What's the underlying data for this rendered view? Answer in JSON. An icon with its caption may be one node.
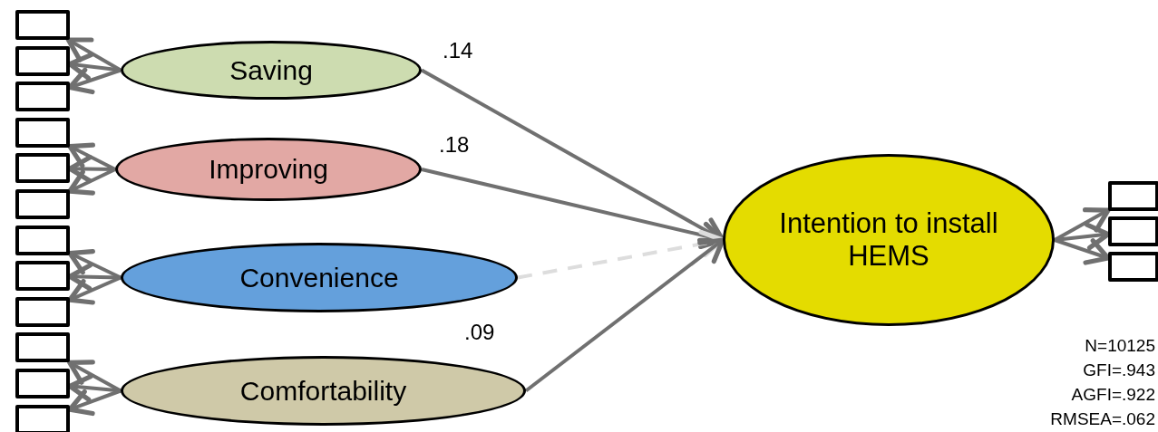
{
  "diagram": {
    "nodes": [
      {
        "text": [
          "Saving"
        ]
      },
      {
        "text": [
          "Improving"
        ]
      },
      {
        "text": [
          "Convenience"
        ]
      },
      {
        "text": [
          "Comfortability"
        ]
      },
      {
        "text": [
          "Intention  to install HEMS"
        ]
      },
      {
        "text": [],
        "shape": "box"
      },
      {
        "text": [],
        "shape": "box"
      },
      {
        "text": [],
        "shape": "box"
      },
      {
        "text": [],
        "shape": "box"
      },
      {
        "text": [],
        "shape": "box"
      },
      {
        "text": [],
        "shape": "box"
      },
      {
        "text": [],
        "shape": "box"
      },
      {
        "text": [],
        "shape": "box"
      },
      {
        "text": [],
        "shape": "box"
      },
      {
        "text": [],
        "shape": "box"
      },
      {
        "text": [],
        "shape": "box"
      },
      {
        "text": [],
        "shape": "box"
      },
      {
        "text": [],
        "shape": "box"
      },
      {
        "text": [],
        "shape": "box"
      },
      {
        "text": [],
        "shape": "box"
      }
    ],
    "edges": [
      {
        "from": 0,
        "to": 5,
        "arrow": "to"
      },
      {
        "from": 0,
        "to": 6,
        "arrow": "to"
      },
      {
        "from": 0,
        "to": 7,
        "arrow": "to"
      },
      {
        "from": 1,
        "to": 8,
        "arrow": "to"
      },
      {
        "from": 1,
        "to": 9,
        "arrow": "to"
      },
      {
        "from": 1,
        "to": 10,
        "arrow": "to"
      },
      {
        "from": 2,
        "to": 11,
        "arrow": "to"
      },
      {
        "from": 2,
        "to": 12,
        "arrow": "to"
      },
      {
        "from": 2,
        "to": 13,
        "arrow": "to"
      },
      {
        "from": 3,
        "to": 14,
        "arrow": "to"
      },
      {
        "from": 3,
        "to": 15,
        "arrow": "to"
      },
      {
        "from": 3,
        "to": 16,
        "arrow": "to"
      },
      {
        "from": 4,
        "to": 17,
        "arrow": "to"
      },
      {
        "from": 4,
        "to": 18,
        "arrow": "to"
      },
      {
        "from": 4,
        "to": 19,
        "arrow": "to"
      },
      {
        "from": 0,
        "to": 4,
        "arrow": "to",
        "label": ".14"
      },
      {
        "from": 1,
        "to": 4,
        "arrow": "to",
        "label": ".18"
      },
      {
        "from": 2,
        "to": 4,
        "arrow": "to",
        "style": "dashed",
        "color": "#dddddd"
      },
      {
        "from": 3,
        "to": 4,
        "arrow": "to",
        "label": ".09"
      }
    ],
    "labels": [
      "N=10125",
      "GFI=.943",
      "AGFI=.922",
      "RMSEA=.062"
    ]
  }
}
